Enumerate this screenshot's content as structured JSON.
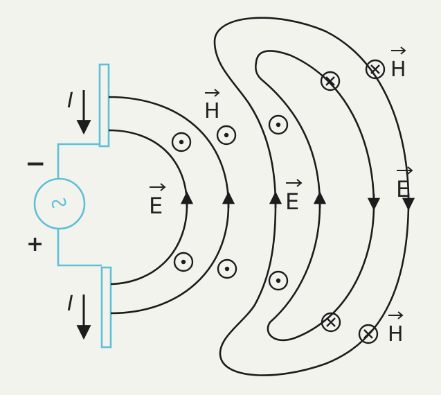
{
  "labels": {
    "current": "I",
    "minus": "−",
    "plus": "+",
    "source_symbol": "~",
    "e_field": "E",
    "h_field": "H"
  },
  "colors": {
    "antenna": "#5cc0d8",
    "line": "#1c1c1c",
    "background": "#f3f3ee"
  },
  "markers": {
    "out_of_page": "dot-in-circle",
    "into_page": "cross-in-circle"
  }
}
